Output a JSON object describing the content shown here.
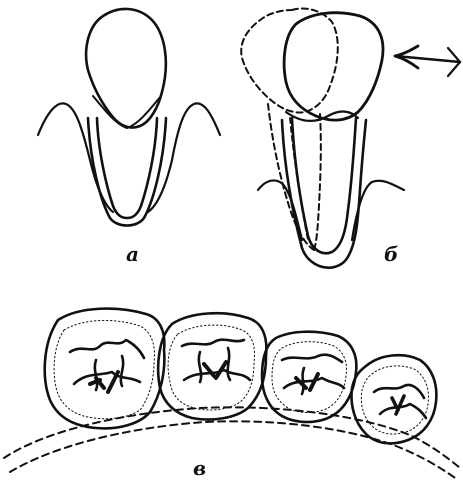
{
  "labels": {
    "a": "а",
    "b": "б",
    "v": "в"
  },
  "colors": {
    "ink": "#111111",
    "background": "#ffffff"
  }
}
